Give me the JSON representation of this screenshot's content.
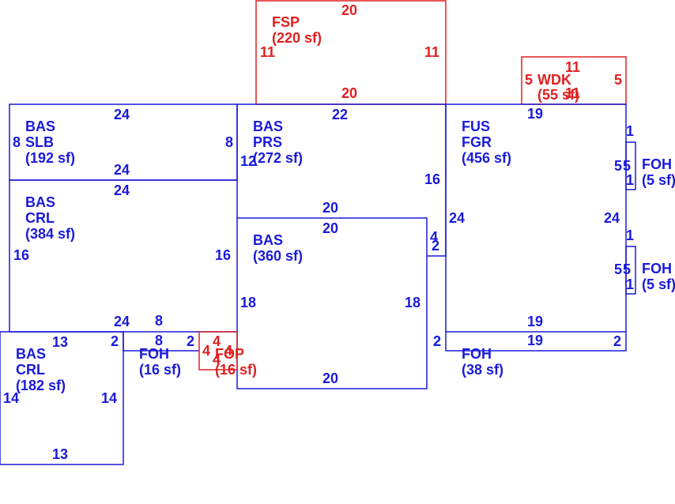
{
  "colors": {
    "blue": "#1a1adb",
    "red": "#e02020"
  },
  "areas": {
    "fsp": {
      "lines": [
        "FSP",
        "(220 sf)"
      ],
      "dims": {
        "top": "20",
        "bottom": "20",
        "left": "11",
        "right": "11"
      }
    },
    "wdk": {
      "lines": [
        "WDK",
        "(55 sf)"
      ],
      "dims": {
        "top": "11",
        "bottom": "11",
        "left": "5",
        "right": "5"
      }
    },
    "bas_slb": {
      "lines": [
        "BAS",
        "SLB",
        "(192 sf)"
      ],
      "dims": {
        "top": "24",
        "bottom": "24",
        "left": "8",
        "right": "8"
      }
    },
    "bas_prs": {
      "lines": [
        "BAS",
        "PRS",
        "(272 sf)"
      ],
      "dims": {
        "top": "22",
        "left": "12",
        "right": "16",
        "bottom": "20"
      }
    },
    "fus_fgr": {
      "lines": [
        "FUS",
        "FGR",
        "(456 sf)"
      ],
      "dims": {
        "top": "19",
        "bottom": "19",
        "left": "24",
        "right": "24"
      }
    },
    "bas_crl_top": {
      "lines": [
        "BAS",
        "CRL",
        "(384 sf)"
      ],
      "dims": {
        "top": "24",
        "bottom": "24",
        "left": "16",
        "right": "16"
      }
    },
    "bas_360": {
      "lines": [
        "BAS",
        "(360 sf)"
      ],
      "dims": {
        "top": "20",
        "bottom": "20",
        "left": "18",
        "right": "18",
        "step_a": "4",
        "step_b": "2",
        "right_low": "2"
      }
    },
    "foh_5a": {
      "lines": [
        "FOH",
        "(5 sf)"
      ],
      "dims": {
        "top": "1",
        "bottom": "1",
        "left": "5",
        "right": "5"
      }
    },
    "foh_5b": {
      "lines": [
        "FOH",
        "(5 sf)"
      ],
      "dims": {
        "top": "1",
        "bottom": "1",
        "left": "5",
        "right": "5"
      }
    },
    "bas_crl_bot": {
      "lines": [
        "BAS",
        "CRL",
        "(182 sf)"
      ],
      "dims": {
        "top": "13",
        "bottom": "13",
        "left": "14",
        "right": "14",
        "step": "2"
      }
    },
    "foh_16": {
      "lines": [
        "FOH",
        "(16 sf)"
      ],
      "dims": {
        "top": "8",
        "bottom": "8",
        "right": "2"
      }
    },
    "fop": {
      "lines": [
        "FOP",
        "(16 sf)"
      ],
      "dims": {
        "top": "4",
        "bottom": "4",
        "left": "4",
        "right": "4"
      }
    },
    "foh_38": {
      "lines": [
        "FOH",
        "(38 sf)"
      ],
      "dims": {
        "top": "19",
        "left": "2",
        "right": "2"
      }
    }
  }
}
